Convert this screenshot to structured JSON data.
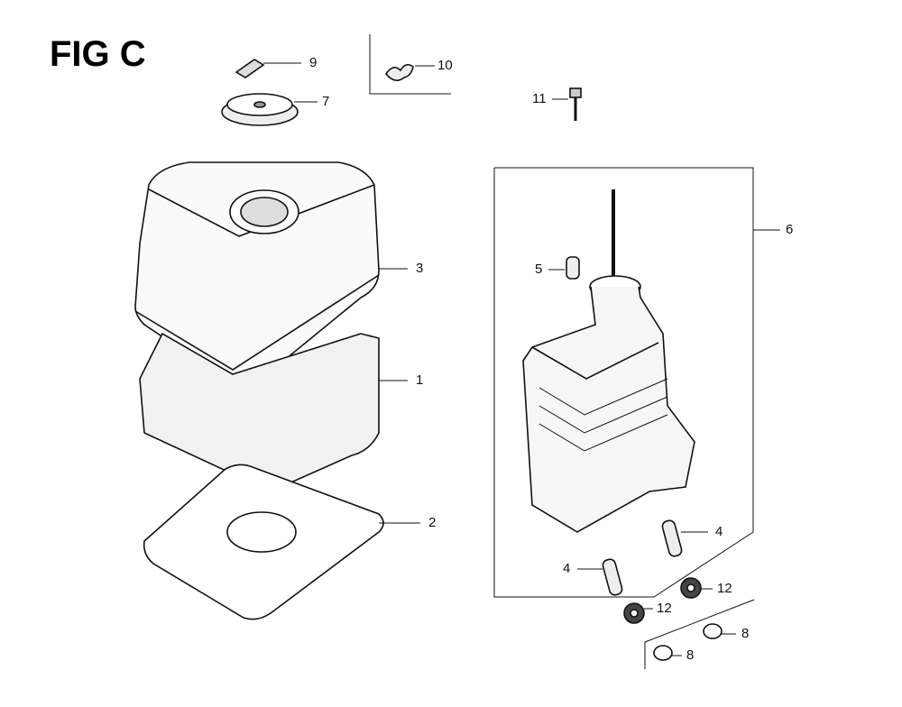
{
  "figure": {
    "title": "FIG C"
  },
  "callouts": [
    {
      "id": "c9",
      "label": "9"
    },
    {
      "id": "c10",
      "label": "10"
    },
    {
      "id": "c7",
      "label": "7"
    },
    {
      "id": "c11",
      "label": "11"
    },
    {
      "id": "c6",
      "label": "6"
    },
    {
      "id": "c5",
      "label": "5"
    },
    {
      "id": "c3",
      "label": "3"
    },
    {
      "id": "c1",
      "label": "1"
    },
    {
      "id": "c2",
      "label": "2"
    },
    {
      "id": "c4a",
      "label": "4"
    },
    {
      "id": "c4b",
      "label": "4"
    },
    {
      "id": "c12a",
      "label": "12"
    },
    {
      "id": "c12b",
      "label": "12"
    },
    {
      "id": "c8a",
      "label": "8"
    },
    {
      "id": "c8b",
      "label": "8"
    }
  ]
}
